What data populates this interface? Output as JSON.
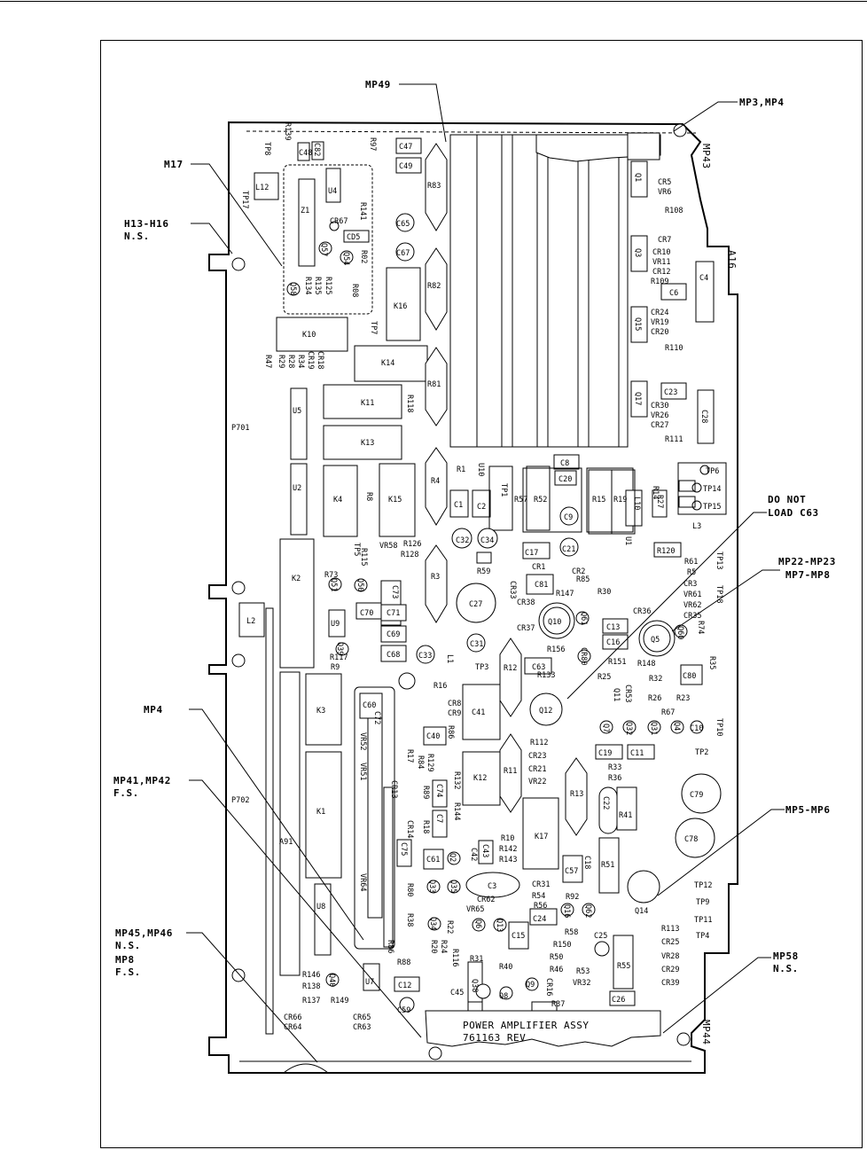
{
  "callouts": {
    "mp49": "MP49",
    "mp3_mp4": "MP3,MP4",
    "m17": "M17",
    "h13_h16": "H13-H16",
    "h13_h16_ns": "N.S.",
    "do_not_load_1": "DO NOT",
    "do_not_load_2": "LOAD C63",
    "mp22_mp23": "MP22-MP23",
    "mp7_mp8": "MP7-MP8",
    "mp4": "MP4",
    "mp41_mp42": "MP41,MP42",
    "mp41_mp42_fs": "F.S.",
    "mp5_mp6": "MP5-MP6",
    "mp45_mp46": "MP45,MP46",
    "mp45_mp46_ns": "N.S.",
    "mp8": "MP8",
    "mp8_fs": "F.S.",
    "mp58": "MP58",
    "mp58_ns": "N.S."
  },
  "board": {
    "title_line1": "POWER AMPLIFIER ASSY",
    "title_line2": "761163 REV",
    "board_id": "A16",
    "mp43": "MP43",
    "mp44": "MP44",
    "p701": "P701",
    "p702": "P702",
    "a91": "A91"
  },
  "parts": {
    "k10": "K10",
    "k14": "K14",
    "k16": "K16",
    "k11": "K11",
    "k13": "K13",
    "k4": "K4",
    "k15": "K15",
    "k2": "K2",
    "k3": "K3",
    "k1": "K1",
    "k12": "K12",
    "k17": "K17",
    "u5": "U5",
    "u2": "U2",
    "u9": "U9",
    "u8": "U8",
    "u4": "U4",
    "u7": "U7",
    "u10": "U10",
    "u1": "U1",
    "z1": "Z1",
    "l12": "L12",
    "l2": "L2",
    "l1": "L1",
    "l3": "L3",
    "l10": "L10",
    "c48": "C48",
    "c82": "C82",
    "c47": "C47",
    "c49": "C49",
    "cd5": "CD5",
    "c65": "C65",
    "c67": "C67",
    "c4": "C4",
    "c6": "C6",
    "c23": "C23",
    "c28": "C28",
    "c8": "C8",
    "c20": "C20",
    "c9": "C9",
    "c1": "C1",
    "c2": "C2",
    "c32": "C32",
    "c34": "C34",
    "c17": "C17",
    "c21": "C21",
    "c81": "C81",
    "c27": "C27",
    "c73": "C73",
    "c70": "C70",
    "c71": "C71",
    "c69": "C69",
    "c68": "C68",
    "c33": "C33",
    "c31": "C31",
    "c63": "C63",
    "c13": "C13",
    "c16": "C16",
    "c80": "C80",
    "c60": "C60",
    "c72": "C72",
    "c40": "C40",
    "c41": "C41",
    "c19": "C19",
    "c11": "C11",
    "c10": "C10",
    "c79": "C79",
    "c78": "C78",
    "c22": "C22",
    "c74": "C74",
    "c7": "C7",
    "c42": "C42",
    "c43": "C43",
    "c75": "C75",
    "c61": "C61",
    "c3": "C3",
    "c24": "C24",
    "c15": "C15",
    "c57": "C57",
    "c18": "C18",
    "c25": "C25",
    "c12": "C12",
    "c59": "C59",
    "c45": "C45",
    "c26": "C26",
    "r83": "R83",
    "r82": "R82",
    "r81": "R81",
    "r4": "R4",
    "r3": "R3",
    "r12": "R12",
    "r11": "R11",
    "r13": "R13",
    "r57": "R57",
    "r52": "R52",
    "r15": "R15",
    "r19": "R19",
    "r27": "R27",
    "r120": "R120",
    "r41": "R41",
    "r51": "R51",
    "r55": "R55",
    "r31": "R31",
    "q1": "Q1",
    "q3": "Q3",
    "q15": "Q15",
    "q17": "Q17",
    "q10": "Q10",
    "q5": "Q5",
    "q12": "Q12",
    "q14": "Q14",
    "q38": "Q38",
    "tp8": "TP8",
    "tp17": "TP17",
    "tp7": "TP7",
    "tp1": "TP1",
    "tp3": "TP3",
    "tp5": "TP5",
    "tp6": "TP6",
    "tp14": "TP14",
    "tp15": "TP15",
    "tp13": "TP13",
    "tp18": "TP18",
    "tp10": "TP10",
    "tp2": "TP2",
    "tp12": "TP12",
    "tp9": "TP9",
    "tp11": "TP11",
    "tp4": "TP4",
    "r139": "R139",
    "r97": "R97",
    "r141": "R141",
    "cr67": "CR67",
    "r02": "R02",
    "q57": "Q57",
    "q54": "Q54",
    "q58": "Q58",
    "r134": "R134",
    "r135": "R135",
    "r125": "R125",
    "r08": "R08",
    "r47": "R47",
    "r29": "R29",
    "r28": "R28",
    "r34": "R34",
    "cr19": "CR19",
    "cr18": "CR18",
    "r118": "R118",
    "cr5": "CR5",
    "vr6": "VR6",
    "r108": "R108",
    "cr7": "CR7",
    "cr10": "CR10",
    "vr11": "VR11",
    "cr12": "CR12",
    "r109": "R109",
    "cr24": "CR24",
    "vr19": "VR19",
    "cr20": "CR20",
    "r110": "R110",
    "cr30": "CR30",
    "vr26": "VR26",
    "cr27": "CR27",
    "r111": "R111",
    "r1": "R1",
    "r14": "R14",
    "r8": "R8",
    "vr58": "VR58",
    "r126": "R126",
    "r115": "R115",
    "r128": "R128",
    "r73": "R73",
    "q51": "Q51",
    "q50": "Q50",
    "r59": "R59",
    "cr33": "CR33",
    "cr1": "CR1",
    "cr2": "CR2",
    "r85": "R85",
    "r147": "R147",
    "r30": "R30",
    "r61": "R61",
    "r5": "R5",
    "cr3": "CR3",
    "vr61": "VR61",
    "vr62": "VR62",
    "cr35": "CR35",
    "r74": "R74",
    "cr36": "CR36",
    "q60": "Q60",
    "q61": "Q61",
    "cr38": "CR38",
    "cr37": "CR37",
    "r117": "R117",
    "r9": "R9",
    "q39": "Q39",
    "r156": "R156",
    "cr80": "CR80",
    "r151": "R151",
    "r148": "R148",
    "r35": "R35",
    "r25": "R25",
    "r133": "R133",
    "r32": "R32",
    "r26": "R26",
    "r23": "R23",
    "r67": "R67",
    "r16": "R16",
    "cr8": "CR8",
    "cr9": "CR9",
    "r86": "R86",
    "q11": "Q11",
    "cr53": "CR53",
    "q7": "Q7",
    "q32": "Q32",
    "q31": "Q31",
    "q4": "Q4",
    "vr52": "VR52",
    "vr51": "VR51",
    "r17": "R17",
    "r84": "R84",
    "r129": "R129",
    "cr13": "CR13",
    "r89": "R89",
    "r132": "R132",
    "r144": "R144",
    "r112": "R112",
    "cr23": "CR23",
    "cr21": "CR21",
    "vr22": "VR22",
    "r33": "R33",
    "r36": "R36",
    "cr14": "CR14",
    "r18": "R18",
    "r10": "R10",
    "r142": "R142",
    "r143": "R143",
    "q2": "Q2",
    "r80": "R80",
    "q33": "Q33",
    "q35": "Q35",
    "cr31": "CR31",
    "cr62": "CR62",
    "vr65": "VR65",
    "r54": "R54",
    "r56": "R56",
    "q16": "Q16",
    "q62": "Q62",
    "r92": "R92",
    "vr64": "VR64",
    "r38": "R38",
    "q34": "Q34",
    "r22": "R22",
    "r24": "R24",
    "q6": "Q6",
    "q13": "Q13",
    "r20": "R20",
    "r88": "R88",
    "r86b": "R86",
    "r58": "R58",
    "r150": "R150",
    "r113": "R113",
    "cr25": "CR25",
    "vr28": "VR28",
    "cr29": "CR29",
    "cr39": "CR39",
    "r50": "R50",
    "r46": "R46",
    "cr16": "CR16",
    "r53": "R53",
    "vr32": "VR32",
    "r37": "R37",
    "q9": "Q9",
    "q8": "Q8",
    "r40": "R40",
    "r116": "R116",
    "r146": "R146",
    "r138": "R138",
    "q40": "Q40",
    "r137": "R137",
    "r149": "R149",
    "cr66": "CR66",
    "cr64": "CR64",
    "cr65": "CR65",
    "cr63": "CR63"
  }
}
